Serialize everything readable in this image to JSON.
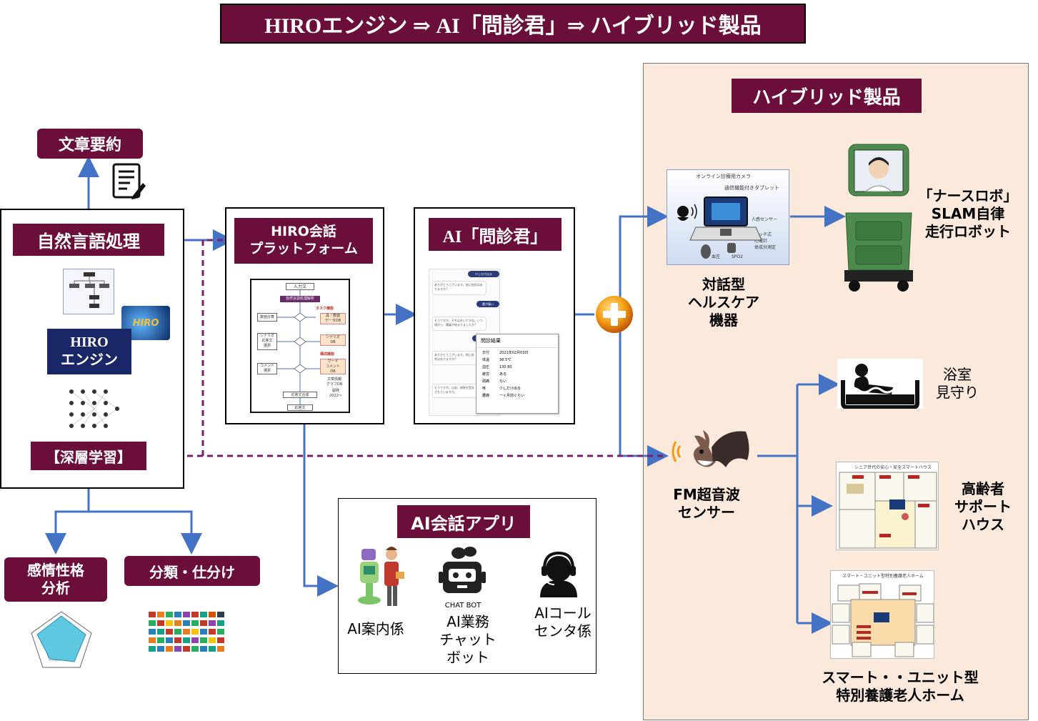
{
  "title": "HIROエンジン ⇒ AI「問診君」⇒ ハイブリッド製品",
  "left": {
    "summary": "文章要約",
    "nlp": "自然言語処理",
    "engine": "HIRO\nエンジン",
    "engine_logo": "HIRO",
    "deep": "【深層学習】",
    "emotion": "感情性格\n分析",
    "classify": "分類・仕分け"
  },
  "platform": {
    "title": "HIRO会話\nプラットフォーム",
    "flow": {
      "input": "入力文",
      "parse": "自然言語処理解析",
      "n1": "数値計算",
      "n2": "シナリオ\n応答文\n選択",
      "n3": "コメント\n選択",
      "merge": "応答文合成",
      "output": "応答文",
      "r1_title": "タスク機能",
      "r1": "具・数値\nデータDB",
      "r2": "シナリオ\nDB",
      "r3_title": "構成機能",
      "r3": "ワード\nコメント\nDB",
      "r4": "文章情報\nグラフDB",
      "r4b": "開発\n2022〜"
    }
  },
  "monshin": {
    "title": "AI「問診君」",
    "chat": [
      "少しだけ出る",
      "ありがとうございます。他に症状はありますか?",
      "腰が痛い",
      "そうですか。それは辛いですね。いつ頃から、腰痛が始まりましたか?",
      "一ヶ月前",
      "ありがとうございます。他に症状はありますか?",
      "そうですか。以前、病院を受診されていますか。"
    ],
    "result_title": "問診結果",
    "result": [
      {
        "k": "日付",
        "v": "2021年02月03日"
      },
      {
        "k": "体温",
        "v": "38.5℃"
      },
      {
        "k": "血圧",
        "v": "130 80"
      },
      {
        "k": "疲労",
        "v": "ある"
      },
      {
        "k": "頭痛",
        "v": "ない"
      },
      {
        "k": "咳",
        "v": "少しだけ出る"
      },
      {
        "k": "腰痛",
        "v": "一ヶ月前ぐらい"
      }
    ]
  },
  "apps": {
    "title": "AI会話アプリ",
    "a1": "AI案内係",
    "a2_small": "CHAT BOT",
    "a2": "AI業務\nチャット\nボット",
    "a3": "AIコール\nセンタ係"
  },
  "hybrid": {
    "title": "ハイブリッド製品",
    "device_label": "対話型\nヘルスケア\n機器",
    "device_notes": {
      "camera": "オンライン診療用カメラ",
      "tablet": "通信機能付きタブレット",
      "sensor": "人感センサー",
      "touch": "タッチ式\n心電計\n体成分測定",
      "bp": "血圧",
      "spo2": "SPO2"
    },
    "robot_label": "「ナースロボ」\nSLAM自律\n走行ロボット",
    "sensor_label": "FM超音波\nセンサー",
    "bath_label": "浴室\n見守り",
    "house_label": "高齢者\nサポート\nハウス",
    "house_title": "シニア世代の安心・安全スマートハウス",
    "home_label": "スマート・・ユニット型\n特別養護老人ホーム",
    "home_title": "スマート・ユニット型特別養護老人ホーム"
  },
  "colors": {
    "maroon": "#6b0f3a",
    "navy": "#1a2766",
    "panel": "#fbe9dc",
    "arrow_blue": "#4472c4",
    "dash_purple": "#7a1f6e"
  }
}
